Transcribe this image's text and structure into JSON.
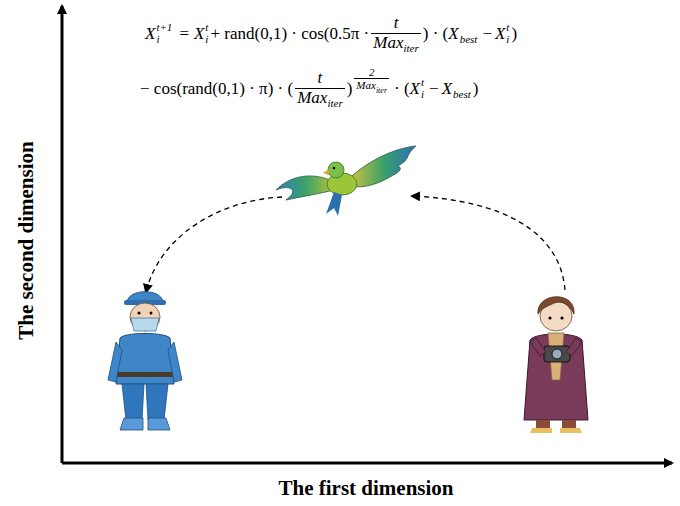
{
  "diagram": {
    "labels": [
      "X",
      "t+1",
      "i",
      "=",
      "X",
      "t",
      "i",
      "+ rand(0,1) · cos(0.5π ·",
      "t",
      "Max",
      "iter",
      ") · (",
      "X",
      "best",
      "−",
      "X",
      "t",
      "i",
      ")",
      "− cos(rand(0,1) · π) · (",
      "t",
      "Max",
      "iter",
      ")",
      "2",
      "Max",
      "iter",
      "· (",
      "X",
      "t",
      "i",
      "−",
      "X",
      "best",
      ")",
      "The second dimension",
      "The first dimension"
    ]
  }
}
